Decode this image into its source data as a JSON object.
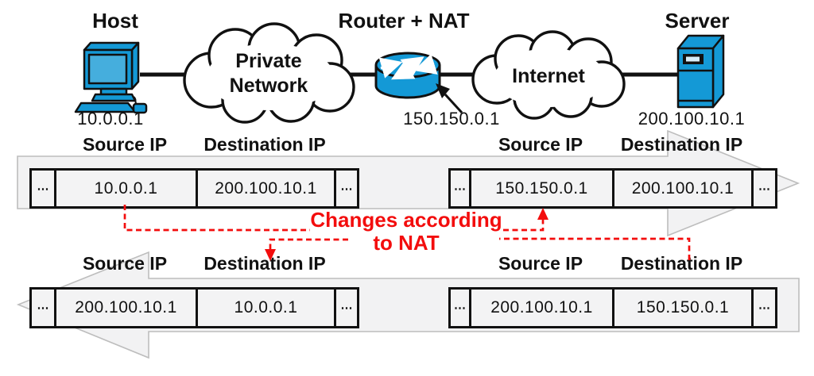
{
  "diagram": {
    "host": {
      "label": "Host",
      "ip": "10.0.0.1"
    },
    "private_network": {
      "line1": "Private",
      "line2": "Network"
    },
    "router": {
      "label": "Router + NAT",
      "ip": "150.150.0.1"
    },
    "internet": {
      "label": "Internet"
    },
    "server": {
      "label": "Server",
      "ip": "200.100.10.1"
    }
  },
  "field_labels": {
    "source": "Source IP",
    "destination": "Destination IP",
    "ellipsis": "⋯"
  },
  "packets": {
    "top_left": {
      "source": "10.0.0.1",
      "destination": "200.100.10.1"
    },
    "top_right": {
      "source": "150.150.0.1",
      "destination": "200.100.10.1"
    },
    "bottom_left": {
      "source": "200.100.10.1",
      "destination": "10.0.0.1"
    },
    "bottom_right": {
      "source": "200.100.10.1",
      "destination": "150.150.0.1"
    }
  },
  "nat_annotation": {
    "line1": "Changes according",
    "line2": "to NAT"
  },
  "colors": {
    "device_blue": "#1499d6",
    "screen_blue": "#45aedd",
    "annotation_red": "#f30d0d",
    "big_arrow_fill": "#f2f2f3",
    "big_arrow_stroke": "#bdbdbd",
    "outline_black": "#111111"
  }
}
